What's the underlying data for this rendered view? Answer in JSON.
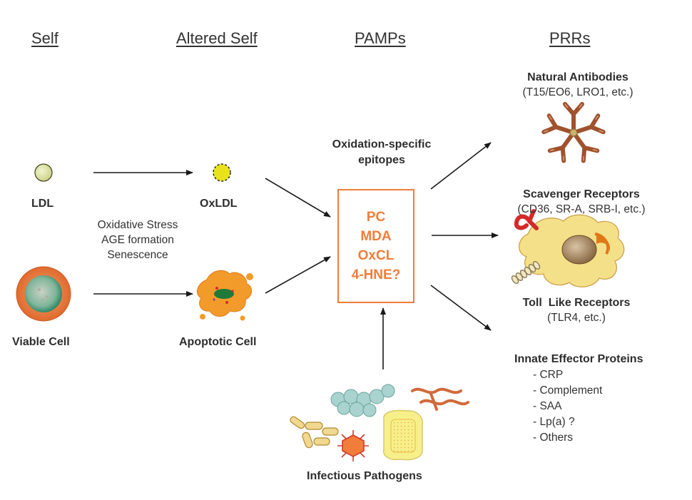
{
  "headers": {
    "self": "Self",
    "altered_self": "Altered Self",
    "pamps": "PAMPs",
    "prrs": "PRRs"
  },
  "self_column": {
    "ldl": "LDL",
    "viable_cell": "Viable Cell"
  },
  "process_labels": [
    "Oxidative Stress",
    "AGE formation",
    "Senescence"
  ],
  "altered_self_column": {
    "oxldl": "OxLDL",
    "apoptotic_cell": "Apoptotic Cell"
  },
  "pamps_column": {
    "title_line1": "Oxidation-specific",
    "title_line2": "epitopes",
    "epitopes": [
      "PC",
      "MDA",
      "OxCL",
      "4-HNE?"
    ],
    "pathogens_label": "Infectious Pathogens"
  },
  "prrs_column": {
    "natural_antibodies": {
      "title": "Natural Antibodies",
      "examples": "(T15/EO6, LRO1, etc.)"
    },
    "scavenger_receptors": {
      "title": "Scavenger Receptors",
      "examples": "(CD36, SR-A, SRB-I, etc.)"
    },
    "toll_like_receptors": {
      "title": "Toll  Like Receptors",
      "examples": "(TLR4, etc.)"
    },
    "innate_effector_proteins": {
      "title": "Innate Effector Proteins",
      "items": [
        "- CRP",
        "- Complement",
        "- SAA",
        "- Lp(a) ?",
        "- Others"
      ]
    }
  },
  "colors": {
    "epitope_orange": "#f07d3a",
    "ldl_fill": "#e3e8b0",
    "oxldl_fill": "#e8e21e",
    "viable_cell_fill": "#e8743a",
    "antibody_brown": "#a0522d",
    "macrophage_fill": "#f5e08a",
    "receptor_red": "#d42a2a"
  },
  "icons": [
    "ldl-particle-icon",
    "oxldl-particle-icon",
    "viable-cell-icon",
    "apoptotic-cell-icon",
    "antibody-icon",
    "macrophage-icon",
    "pathogens-icon"
  ]
}
